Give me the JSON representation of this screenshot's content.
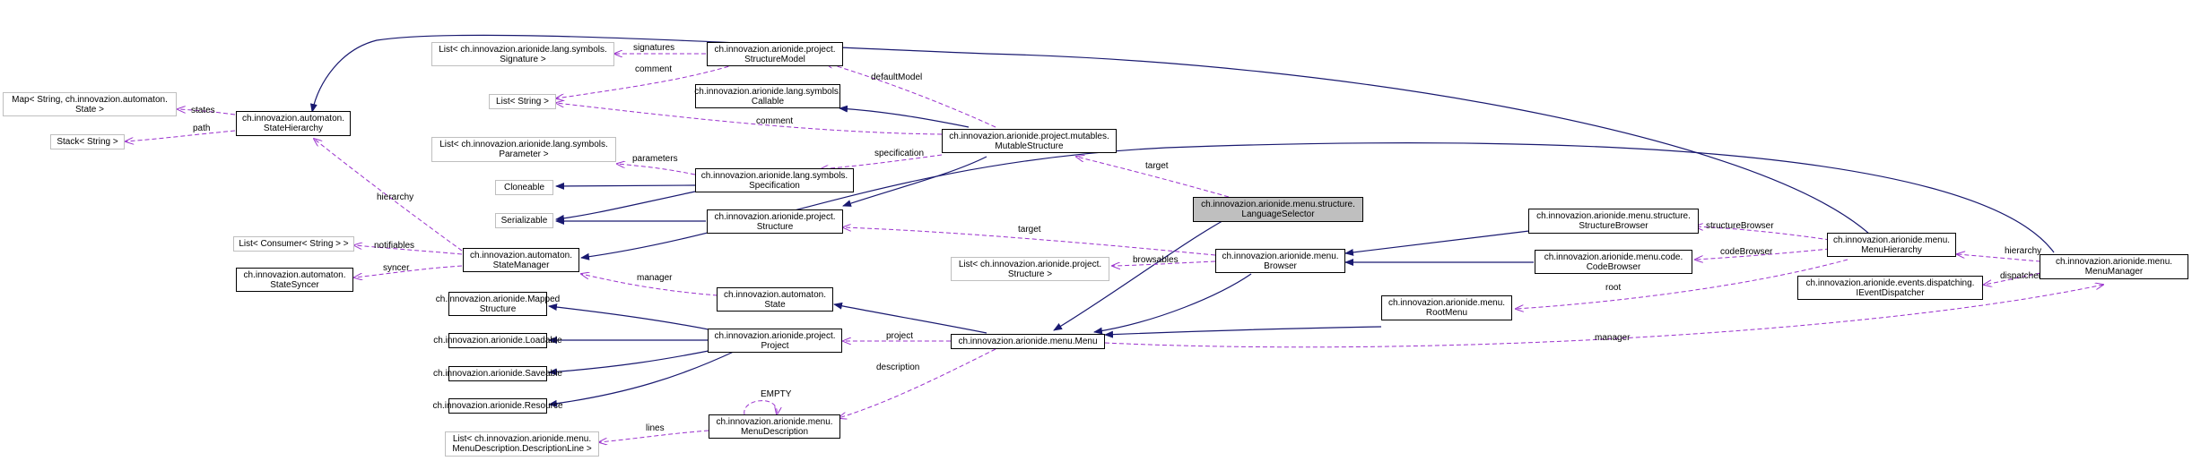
{
  "colors": {
    "inheritance": "#191970",
    "usage": "#9a32cd",
    "focus_fill": "#bfbfbf",
    "external_border": "#bfbfbf"
  },
  "nodes": {
    "sig_list": "List< ch.innovazion.arionide.lang.symbols.\nSignature >",
    "structure_model": "ch.innovazion.arionide.project.\nStructureModel",
    "map": "Map< String, ch.innovazion.automaton.\nState >",
    "state_hierarchy": "ch.innovazion.automaton.\nStateHierarchy",
    "list_string": "List< String >",
    "callable": "ch.innovazion.arionide.lang.symbols.\nCallable",
    "stack": "Stack< String >",
    "mutable_structure": "ch.innovazion.arionide.project.mutables.\nMutableStructure",
    "param_list": "List< ch.innovazion.arionide.lang.symbols.\nParameter >",
    "specification": "ch.innovazion.arionide.lang.symbols.\nSpecification",
    "cloneable": "Cloneable",
    "language_selector": "ch.innovazion.arionide.menu.structure.\nLanguageSelector",
    "serializable": "Serializable",
    "structure": "ch.innovazion.arionide.project.\nStructure",
    "structure_browser": "ch.innovazion.arionide.menu.structure.\nStructureBrowser",
    "consumer_list": "List< Consumer< String > >",
    "state_manager": "ch.innovazion.automaton.\nStateManager",
    "browser": "ch.innovazion.arionide.menu.\nBrowser",
    "menu_hierarchy": "ch.innovazion.arionide.menu.\nMenuHierarchy",
    "menu_manager": "ch.innovazion.arionide.menu.\nMenuManager",
    "state_syncer": "ch.innovazion.automaton.\nStateSyncer",
    "structure_list": "List< ch.innovazion.arionide.project.\nStructure >",
    "code_browser": "ch.innovazion.arionide.menu.code.\nCodeBrowser",
    "event_dispatcher": "ch.innovazion.arionide.events.dispatching.\nIEventDispatcher",
    "mapped_structure": "ch.innovazion.arionide.Mapped\nStructure",
    "state": "ch.innovazion.automaton.\nState",
    "root_menu": "ch.innovazion.arionide.menu.\nRootMenu",
    "loadable": "ch.innovazion.arionide.Loadable",
    "project": "ch.innovazion.arionide.project.\nProject",
    "menu": "ch.innovazion.arionide.menu.Menu",
    "saveable": "ch.innovazion.arionide.Saveable",
    "resource": "ch.innovazion.arionide.Resource",
    "menu_description": "ch.innovazion.arionide.menu.\nMenuDescription",
    "description_lines": "List< ch.innovazion.arionide.menu.\nMenuDescription.DescriptionLine >"
  },
  "edge_labels": {
    "signatures": "signatures",
    "comment": "comment",
    "comment2": "comment",
    "states": "states",
    "path": "path",
    "default_model": "defaultModel",
    "parameters": "parameters",
    "specification": "specification",
    "target": "target",
    "target2": "target",
    "hierarchy": "hierarchy",
    "hierarchy2": "hierarchy",
    "notifiables": "notifiables",
    "syncer": "syncer",
    "browsables": "browsables",
    "structure_browser": "structureBrowser",
    "code_browser": "codeBrowser",
    "root": "root",
    "dispatcher": "dispatcher",
    "manager": "manager",
    "manager2": "manager",
    "project": "project",
    "description": "description",
    "empty": "EMPTY",
    "lines": "lines"
  }
}
